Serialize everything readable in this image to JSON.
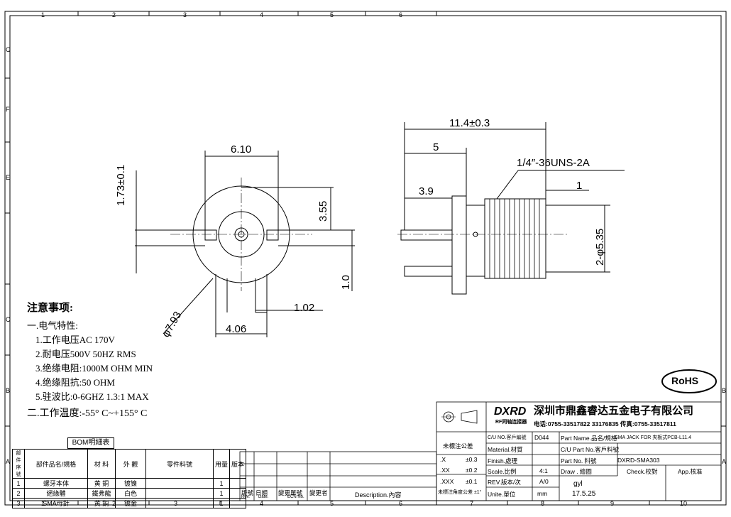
{
  "frame": {
    "top_columns": [
      "1",
      "2",
      "3",
      "4",
      "5",
      "6"
    ],
    "bottom_columns": [
      "1",
      "2",
      "3",
      "4",
      "5",
      "6",
      "7",
      "8",
      "9",
      "10"
    ],
    "left_rows": [
      "G",
      "F",
      "E",
      "C",
      "B",
      "A"
    ],
    "right_rows": [
      "B",
      "A"
    ]
  },
  "dims": {
    "front_width": "6.10",
    "front_height": "1.73±0.1",
    "front_pin_offset": "3.55",
    "front_gap": "1.0",
    "front_diameter": "φ7.93",
    "front_bottom_width": "4.06",
    "front_pin_width": "1.02",
    "side_length": "11.4±0.3",
    "side_thread_len": "5",
    "side_flange": "3.9",
    "side_thread_spec": "1/4″-36UNS-2A",
    "side_end": "1",
    "side_diameter": "2-φ5.35"
  },
  "notes": {
    "heading": "注意事项:",
    "electrical": "一.电气特性:",
    "items": [
      "1.工作电压AC 170V",
      "2.耐电压500V 50HZ RMS",
      "3.绝缘电阻:1000M OHM MIN",
      "4.绝缘阻抗:50 OHM",
      "5.驻波比:0-6GHZ   1.3:1 MAX"
    ],
    "temperature": "二.工作温度:-55° C~+155° C"
  },
  "rohs": "RoHS",
  "bom": {
    "title": "BOM明細表",
    "headers": [
      "部件序號",
      "部件品名/規格",
      "材 料",
      "外 觀",
      "零件料號",
      "用量",
      "版本"
    ],
    "rows": [
      [
        "1",
        "螺牙本体",
        "黄 銅",
        "镀镍",
        "",
        "1",
        ""
      ],
      [
        "2",
        "絕緣體",
        "鐵弗龍",
        "白色",
        "",
        "1",
        ""
      ],
      [
        "3",
        "SMA母針",
        "黄 銅",
        "镀金",
        "",
        "1",
        ""
      ]
    ]
  },
  "revision": {
    "headers": [
      "版號",
      "日期",
      "變更單號",
      "變更者",
      "Description.內容"
    ],
    "sub_headers": [
      "Rev.",
      "Date.",
      "ECN No."
    ]
  },
  "title_block": {
    "logo": "DXRD",
    "logo_sub": "RF同轴连接器",
    "company": "深圳市鼎鑫睿达五金电子有限公司",
    "phone": "电话:0755-33517822  33176835  传真:0755-33517811",
    "tolerance_title": "未標注公差",
    "tol_x": ".X",
    "tol_x_val": "±0.3",
    "tol_xx": ".XX",
    "tol_xx_val": "±0.2",
    "tol_xxx": ".XXX",
    "tol_xxx_val": "±0.1",
    "tol_angle": "未標注角度公差 ±1°",
    "cu_no_label": "C/U NO.客戶編號",
    "cu_no": "D044",
    "part_name_label": "Part Name.品名/規格",
    "part_name": "SMA JACK FOR 夹板式PCB-L11.4",
    "material_label": "Material.材質",
    "cu_part_label": "C/U Part  No.客戶料號",
    "finish_label": "Finish.處理",
    "part_no_label": "Part  No.  料號",
    "part_no": "DXRD-SMA303",
    "scale_label": "Scale.比例",
    "scale": "4:1",
    "draw_label": "Draw . 繪圖",
    "check_label": "Check.校對",
    "app_label": "App.核准",
    "rev_label": "REV.版本/次",
    "rev": "A/0",
    "drawer": "gyl",
    "unit_label": "Unite.單位",
    "unit": "mm",
    "date": "17.5.25"
  }
}
